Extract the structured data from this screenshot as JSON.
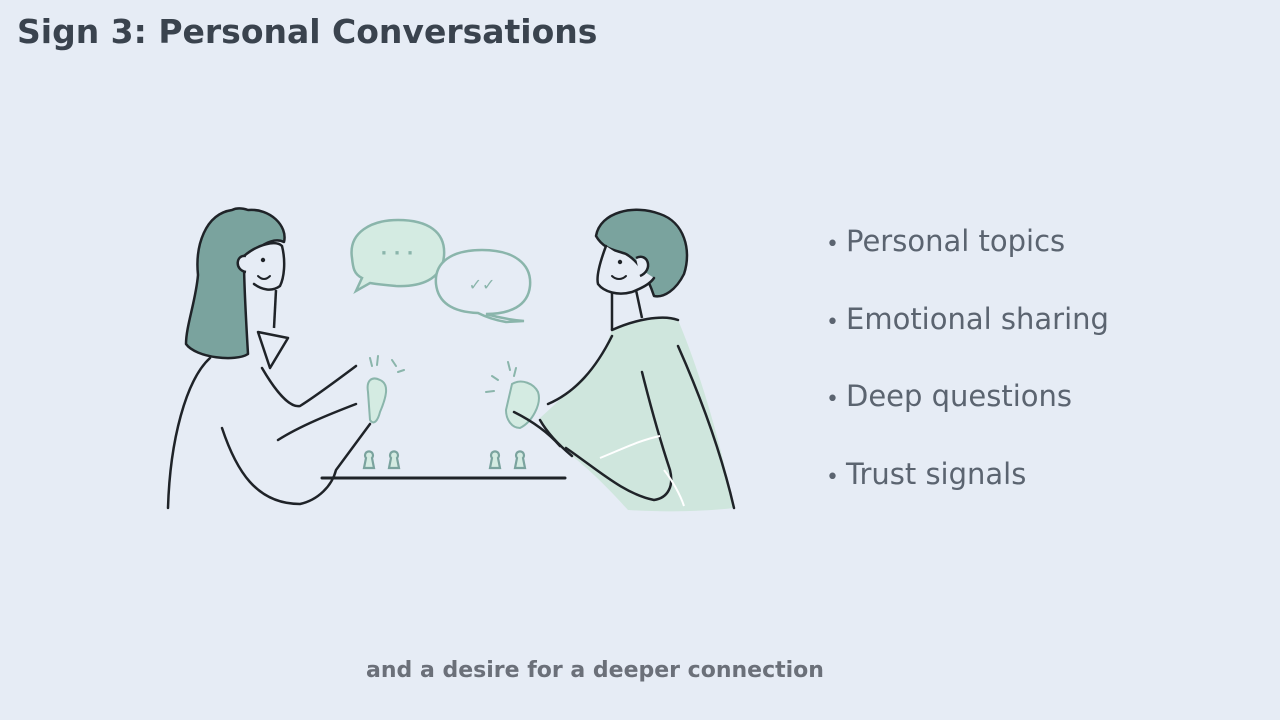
{
  "slide": {
    "title": "Sign 3: Personal Conversations",
    "bullets": [
      "Personal topics",
      "Emotional sharing",
      "Deep questions",
      "Trust signals"
    ],
    "bullet_marker": "•",
    "caption": "and a desire for a deeper connection",
    "illustration": {
      "speech_bubble_left_text": "· · ·",
      "speech_bubble_right_text": "✓✓"
    }
  },
  "colors": {
    "background": "#e6ecf5",
    "title": "#3a434e",
    "bullet_text": "#5b6470",
    "caption": "#6b7079",
    "hair_teal": "#7aa39e",
    "shirt_mint": "#cfe6dd",
    "bubble_mint": "#d4ebe2",
    "bubble_stroke": "#8ab5ab",
    "line_ink": "#1f2328"
  }
}
